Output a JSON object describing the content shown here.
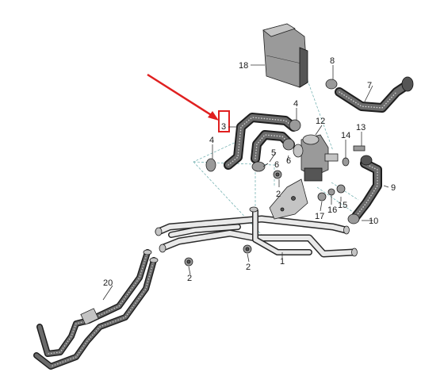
{
  "callouts": {
    "c1": "1",
    "c2a": "2",
    "c2b": "2",
    "c2c": "2",
    "c3": "3",
    "c4a": "4",
    "c4b": "4",
    "c5": "5",
    "c6a": "6",
    "c6b": "6",
    "c7": "7",
    "c8": "8",
    "c9": "9",
    "c10": "10",
    "c12": "12",
    "c13": "13",
    "c14": "14",
    "c15": "15",
    "c16": "16",
    "c17": "17",
    "c18": "18",
    "c20": "20"
  },
  "colors": {
    "highlight": "#e02020",
    "hose": "#2b2b2b",
    "pipe": "#d8d8d8"
  }
}
